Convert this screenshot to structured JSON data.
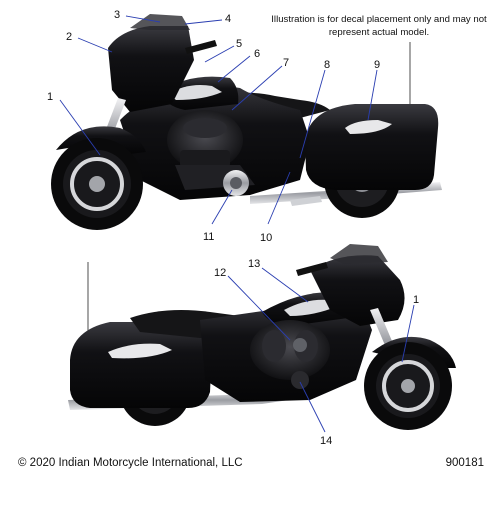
{
  "disclaimer": "Illustration is for decal placement only and may not represent actual model.",
  "copyright": "© 2020 Indian Motorcycle International, LLC",
  "diagram_id": "900181",
  "callouts": [
    "1",
    "2",
    "3",
    "4",
    "5",
    "6",
    "7",
    "8",
    "9",
    "10",
    "11",
    "1",
    "12",
    "13",
    "14"
  ],
  "colors": {
    "leader": "#2a3eb1",
    "bike_body": "#0d0d0f",
    "chrome": "#b9bcc2",
    "text": "#111111"
  }
}
